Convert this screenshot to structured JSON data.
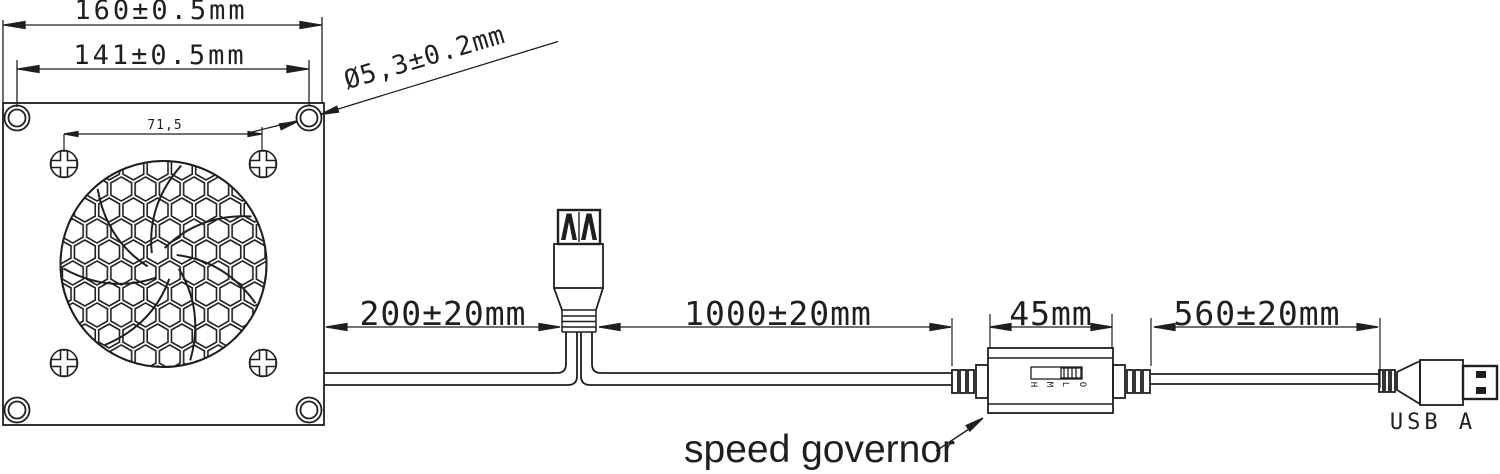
{
  "colors": {
    "line": "#1f1f1f",
    "background": "#ffffff"
  },
  "fan": {
    "width_dim": "160±0.5mm",
    "mount_hole_spacing_dim": "141±0.5mm",
    "mount_hole_diameter_dim": "Ø5,3±0.2mm",
    "screw_spacing_dim": "71,5"
  },
  "cable": {
    "fan_to_connector_dim": "200±20mm",
    "connector_to_governor_dim": "1000±20mm",
    "governor_length_dim": "45mm",
    "governor_to_plug_dim": "560±20mm"
  },
  "governor": {
    "label": "speed governor",
    "switch_positions": [
      "H",
      "M",
      "L",
      "O"
    ]
  },
  "plug": {
    "label": "USB A"
  }
}
